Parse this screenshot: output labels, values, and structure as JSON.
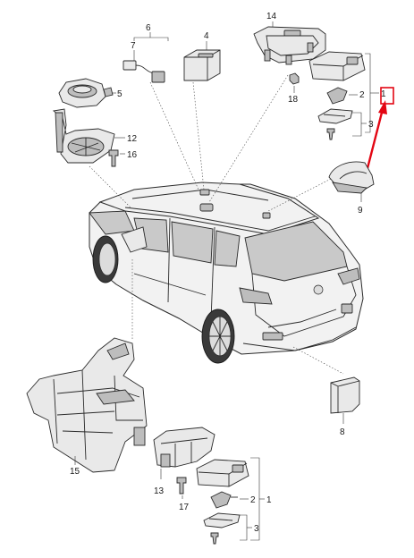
{
  "labels": {
    "p1_top": "1",
    "p2_top": "2",
    "p3_top": "3",
    "p4": "4",
    "p5": "5",
    "p6": "6",
    "p7": "7",
    "p8": "8",
    "p9": "9",
    "p12": "12",
    "p13": "13",
    "p14": "14",
    "p15": "15",
    "p16": "16",
    "p17": "17",
    "p18": "18",
    "p1_bottom": "1",
    "p2_bottom": "2",
    "p3_bottom": "3"
  },
  "colors": {
    "highlight": "#e30613",
    "line": "#2a2a2a",
    "part_fill": "#e9e9e9"
  }
}
